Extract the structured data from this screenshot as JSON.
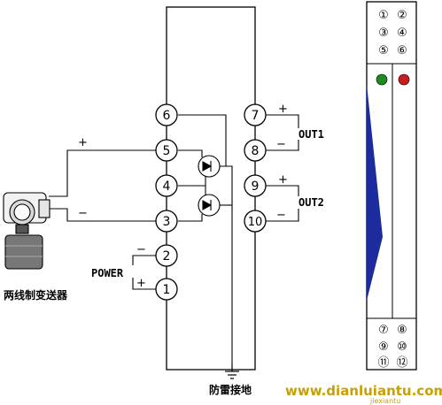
{
  "terminals": {
    "t1": "1",
    "t2": "2",
    "t3": "3",
    "t4": "4",
    "t5": "5",
    "t6": "6",
    "t7": "7",
    "t8": "8",
    "t9": "9",
    "t10": "10"
  },
  "module_terminals": {
    "top": [
      "①",
      "②",
      "③",
      "④",
      "⑤",
      "⑥"
    ],
    "bottom": [
      "⑦",
      "⑧",
      "⑨",
      "⑩",
      "⑪",
      "⑫"
    ]
  },
  "labels": {
    "out1": "OUT1",
    "out2": "OUT2",
    "power": "POWER",
    "transmitter": "两线制变送器",
    "lightning_ground": "防雷接地",
    "watermark": "www.dianluiantu.com",
    "watermark_sub": "jiexiantu"
  },
  "signs": {
    "plus": "+",
    "minus": "−"
  },
  "colors": {
    "line": "#000000",
    "led_green": "#1f8a1f",
    "led_red": "#c81e1e",
    "indicator_blue": "#1c2b9e",
    "watermark": "#c8a000"
  }
}
